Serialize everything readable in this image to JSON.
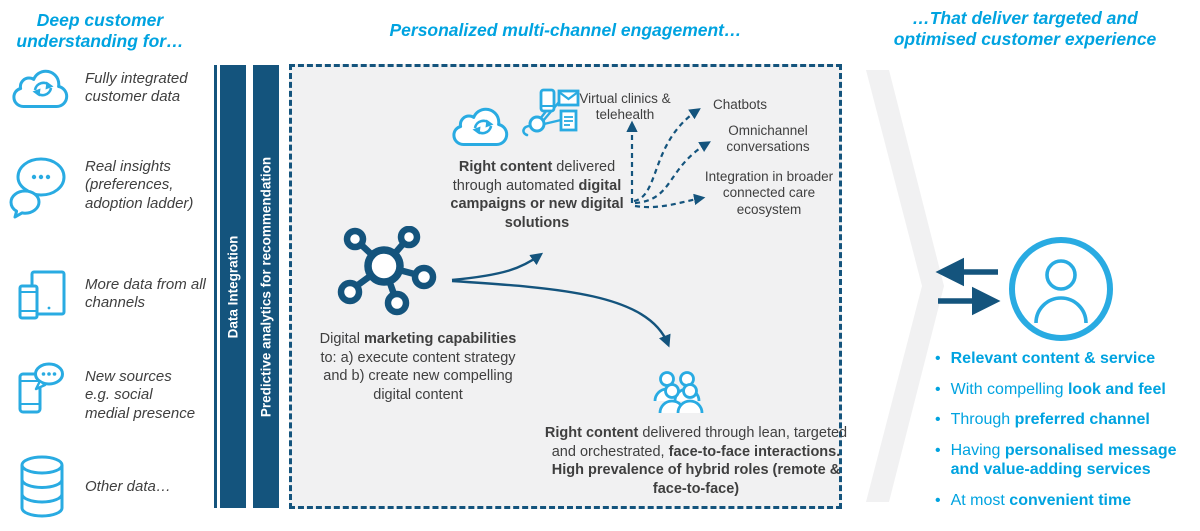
{
  "left_panel": {
    "title": "Deep customer\nunderstanding for…",
    "items": [
      {
        "icon": "cloud-sync-icon",
        "label": "Fully integrated\ncustomer data"
      },
      {
        "icon": "chat-bubbles-icon",
        "label": "Real insights\n(preferences,\nadoption ladder)"
      },
      {
        "icon": "devices-icon",
        "label": "More data from all\nchannels"
      },
      {
        "icon": "phone-chat-icon",
        "label": "New sources\ne.g. social\nmedial presence"
      },
      {
        "icon": "database-icon",
        "label": "Other data…"
      }
    ]
  },
  "pipeline_bars": [
    {
      "label": "Data Integration"
    },
    {
      "label": "Predictive analytics for recommendation"
    }
  ],
  "center_panel": {
    "title": "Personalized multi-channel engagement…",
    "digital_capabilities": [
      {
        "text": "Digital ",
        "bold": false
      },
      {
        "text": "marketing capabilities",
        "bold": true
      },
      {
        "text": " to: a) execute content strategy and b) create new compelling digital content",
        "bold": false
      }
    ],
    "digital_content": [
      {
        "text": "Right content",
        "bold": true
      },
      {
        "text": " delivered through automated ",
        "bold": false
      },
      {
        "text": "digital campaigns or new digital solutions",
        "bold": true
      }
    ],
    "channels": [
      "Virtual clinics &\ntelehealth",
      "Chatbots",
      "Omnichannel\nconversations",
      "Integration in broader\nconnected care\necosystem"
    ],
    "face_to_face": [
      {
        "text": "Right content",
        "bold": true
      },
      {
        "text": " delivered through lean, targeted and orchestrated, ",
        "bold": false
      },
      {
        "text": "face-to-face interactions. High prevalence of hybrid roles (remote & face-to-face)",
        "bold": true
      }
    ]
  },
  "right_panel": {
    "title": "…That deliver targeted and\noptimised customer experience",
    "bullets": [
      [
        {
          "text": "Relevant content & service",
          "bold": true
        }
      ],
      [
        {
          "text": "With compelling ",
          "bold": false
        },
        {
          "text": "look and feel",
          "bold": true
        }
      ],
      [
        {
          "text": "Through ",
          "bold": false
        },
        {
          "text": "preferred channel",
          "bold": true
        }
      ],
      [
        {
          "text": "Having ",
          "bold": false
        },
        {
          "text": "personalised message and value-adding services",
          "bold": true
        }
      ],
      [
        {
          "text": "At most ",
          "bold": false
        },
        {
          "text": "convenient time",
          "bold": true
        }
      ]
    ],
    "bullet_char": "•"
  },
  "colors": {
    "accent_blue": "#00A3E0",
    "dark_blue": "#14547D",
    "icon_blue": "#29ABE2",
    "text_gray": "#3F3F3F",
    "panel_gray": "#F1F1F2"
  }
}
